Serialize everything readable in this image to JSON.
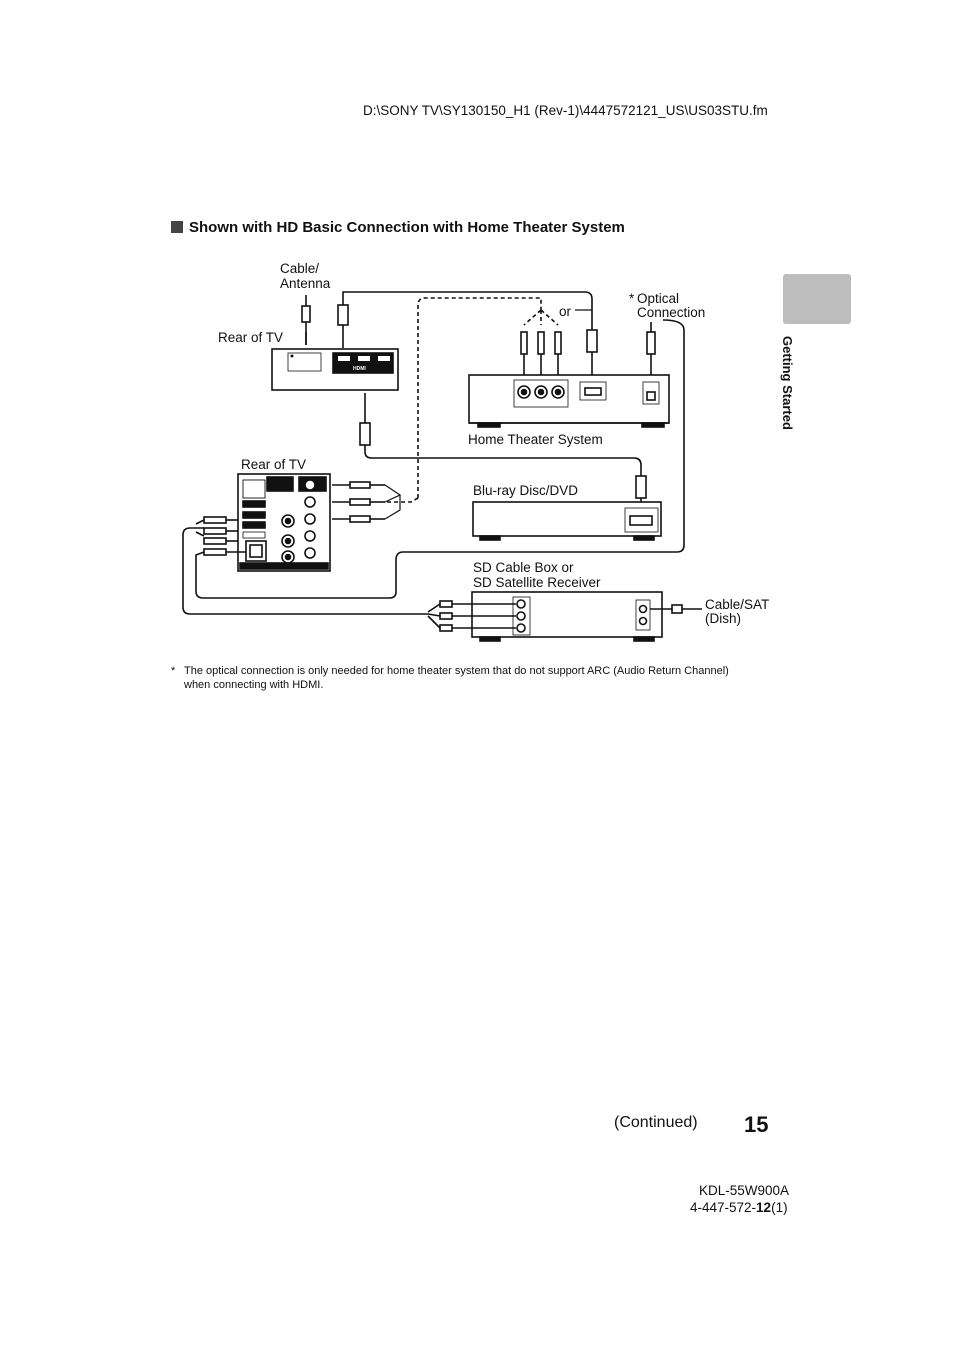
{
  "header": {
    "file_path": "D:\\SONY TV\\SY130150_H1 (Rev-1)\\4447572121_US\\US03STU.fm"
  },
  "section": {
    "title": "Shown with HD Basic Connection with Home Theater System"
  },
  "side_tab": {
    "label": "Getting Started"
  },
  "diagram": {
    "labels": {
      "cable_antenna_1": "Cable/",
      "cable_antenna_2": "Antenna",
      "rear_of_tv_top": "Rear of TV",
      "rear_of_tv_side": "Rear of TV",
      "or": "or",
      "optical_star": "*",
      "optical_1": "Optical",
      "optical_2": "Connection",
      "home_theater": "Home Theater System",
      "bluray": "Blu-ray Disc/DVD",
      "sd_box_1": "SD Cable Box or",
      "sd_box_2": "SD Satellite Receiver",
      "cable_sat_1": "Cable/SAT",
      "cable_sat_2": "(Dish)"
    }
  },
  "footnote": {
    "marker": "*",
    "text": "The optical connection is only needed for home theater system that do not support ARC (Audio Return Channel) when connecting with HDMI."
  },
  "footer": {
    "continued": "(Continued)",
    "page_number": "15",
    "model": "KDL-55W900A",
    "doc_prefix": "4-447-572-",
    "doc_bold": "12",
    "doc_suffix": "(1)"
  },
  "colors": {
    "side_tab": "#bdbdbd",
    "line": "#111111"
  }
}
